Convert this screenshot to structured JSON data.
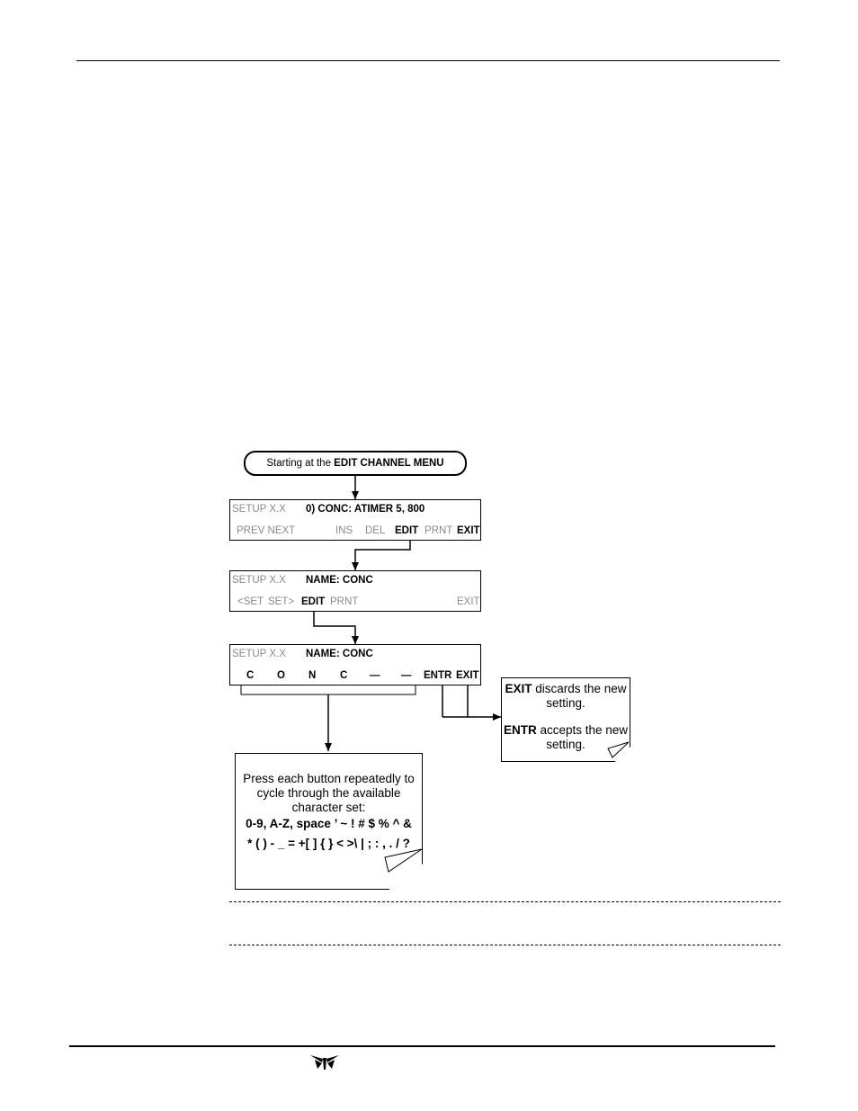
{
  "start": {
    "prefix": "Starting at the ",
    "menu": "EDIT CHANNEL MENU"
  },
  "screen1": {
    "mode": "SETUP X.X",
    "message": "0) CONC:  ATIMER 5, 800",
    "buttons": [
      "PREV NEXT",
      "INS",
      "DEL",
      "EDIT",
      "PRNT",
      "EXIT"
    ]
  },
  "screen2": {
    "mode": "SETUP X.X",
    "message": "NAME: CONC",
    "buttons": [
      "<SET",
      "SET>",
      "EDIT",
      "PRNT",
      "EXIT"
    ]
  },
  "screen3": {
    "mode": "SETUP X.X",
    "message": "NAME: CONC",
    "chars": [
      "C",
      "O",
      "N",
      "C",
      "—",
      "—"
    ],
    "buttons": [
      "ENTR",
      "EXIT"
    ]
  },
  "exit_note": {
    "exit_key": "EXIT",
    "exit_text": " discards the new setting.",
    "entr_key": "ENTR",
    "entr_text": " accepts the new setting."
  },
  "char_note": {
    "line1": "Press each button repeatedly to cycle through the available character set:",
    "line2": "0-9, A-Z, space  ’  ~ !  # $ % ^ &",
    "line3": "* ( ) - _ = +[ ] { } < >\\ | ; : , . / ?"
  }
}
